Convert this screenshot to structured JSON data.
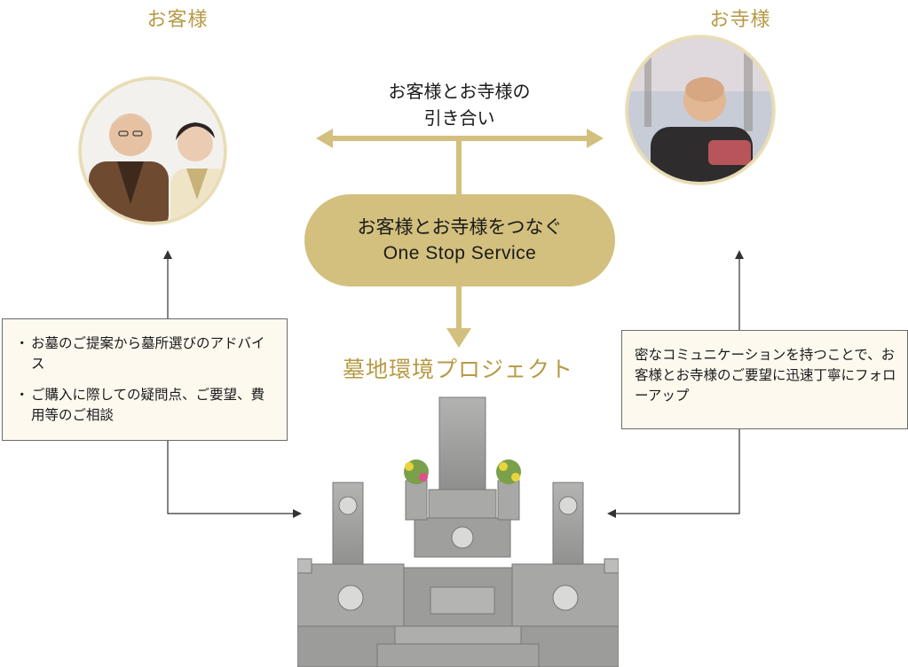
{
  "customer": {
    "title": "お客様"
  },
  "temple": {
    "title": "お寺様"
  },
  "introduction": {
    "line1": "お客様とお寺様の",
    "line2": "引き合い"
  },
  "service": {
    "line1": "お客様とお寺様をつなぐ",
    "line2": "One Stop Service"
  },
  "project": {
    "title": "墓地環境プロジェクト"
  },
  "left_box": {
    "items": [
      "お墓のご提案から墓所選びのアドバイス",
      "ご購入に際しての疑問点、ご要望、費用等のご相談"
    ]
  },
  "right_box": {
    "text": "密なコミュニケーションを持つことで、お客様とお寺様のご要望に迅速丁寧にフォローアップ"
  },
  "colors": {
    "gold": "#b69a45",
    "pill": "#d3c07e",
    "box_bg": "#fdf9ef",
    "granite": "#9a9a98"
  }
}
